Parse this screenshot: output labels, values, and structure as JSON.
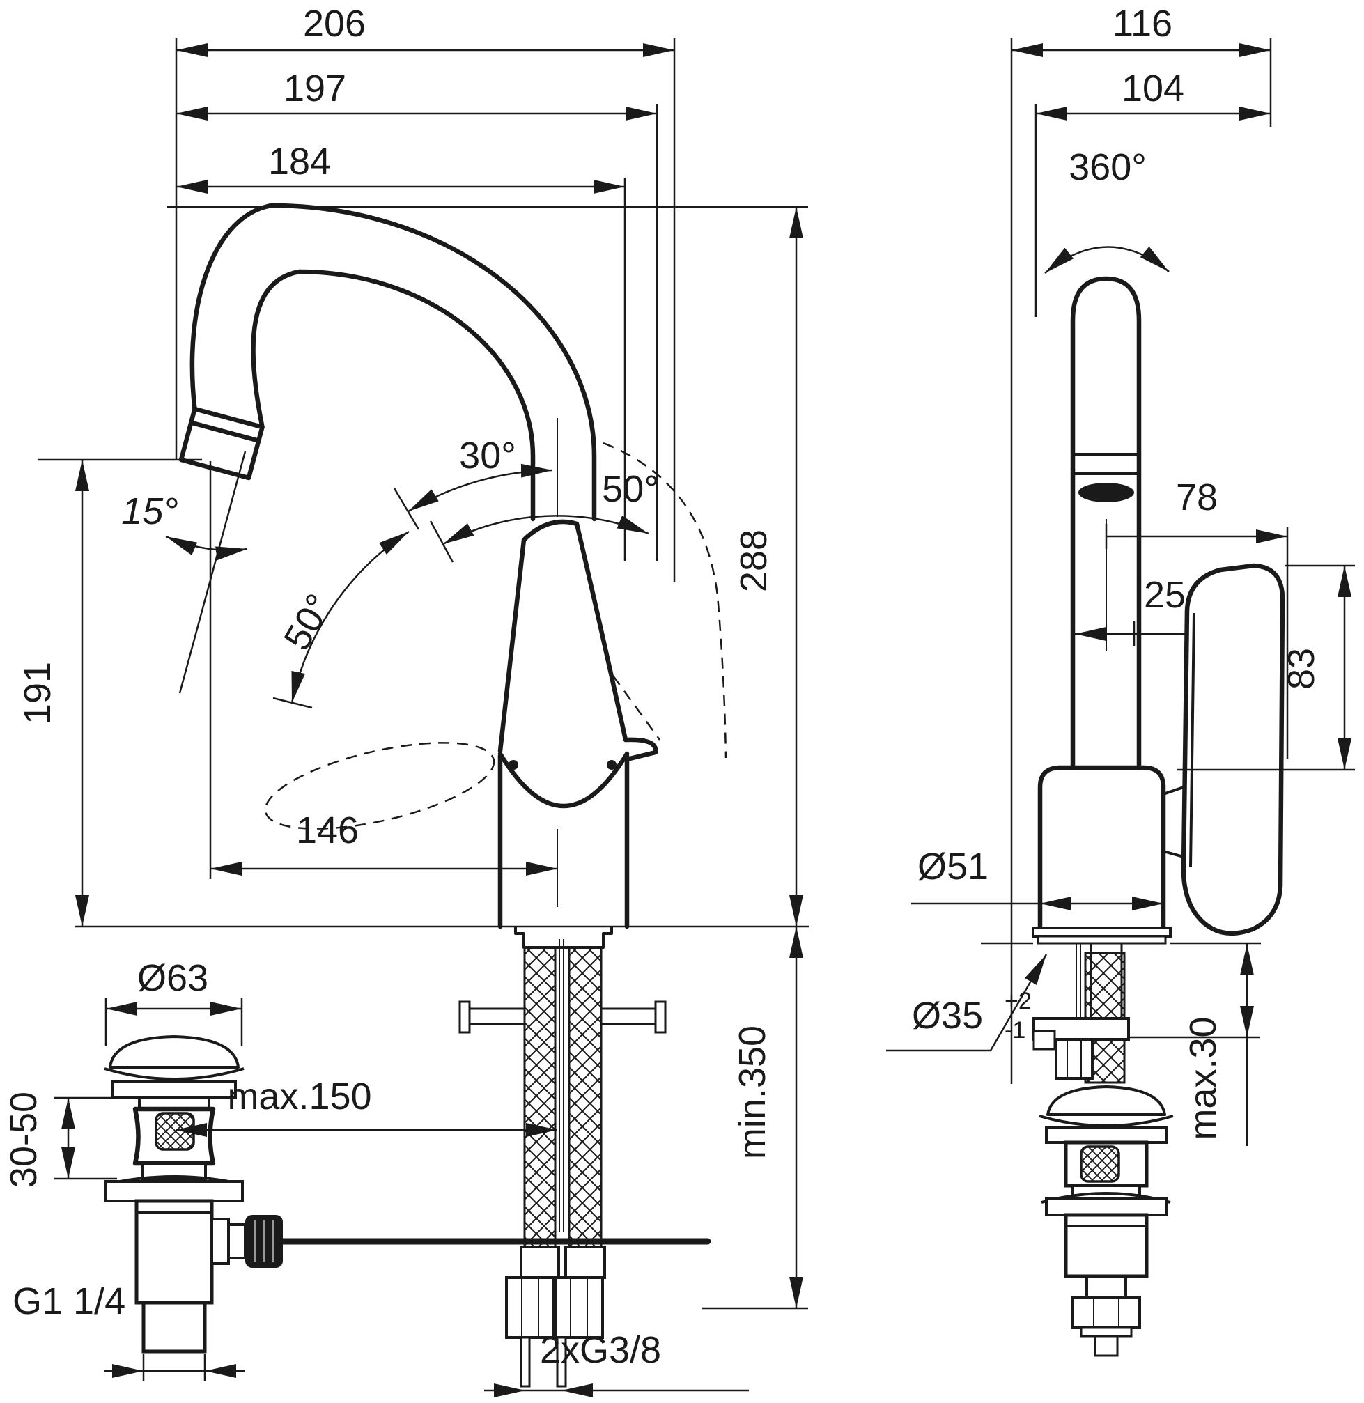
{
  "meta": {
    "type": "technical dimensional drawing",
    "subject": "single-lever basin mixer with high swivel spout and pop-up waste",
    "units": "mm",
    "views": [
      "side view",
      "front view"
    ]
  },
  "colors": {
    "background": "#ffffff",
    "lines": "#1a1a1a"
  },
  "side_view": {
    "overall_width": "206",
    "spout_width_outer": "197",
    "spout_width_inner": "184",
    "spout_tip_angle": "15°",
    "outlet_height": "191",
    "handle_tilt_angle": "30°",
    "handle_front_swing": "50°",
    "handle_back_swing": "50°",
    "spout_reach": "146",
    "spout_height": "288",
    "waste_cap_diameter": "Ø63",
    "deck_clamp_range": "30-50",
    "popup_rod_length": "max.150",
    "waste_thread": "G1 1/4",
    "hose_min_length": "min.350",
    "supply_thread": "2xG3/8"
  },
  "front_view": {
    "overall_width": "116",
    "inner_width": "104",
    "spout_swivel": "360°",
    "handle_reach": "78",
    "spout_pipe_offset": "25",
    "handle_height": "83",
    "body_diameter": "Ø51",
    "mounting_hole_diameter": "Ø35",
    "hole_tolerance_plus": "+2",
    "hole_tolerance_minus": "-1",
    "max_deck_thickness": "max.30"
  }
}
